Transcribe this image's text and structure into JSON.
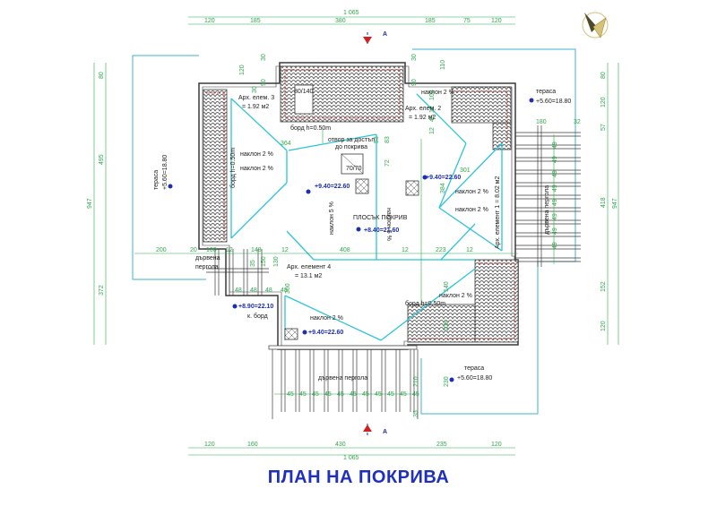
{
  "title": "ПЛАН НА ПОКРИВА",
  "compass": {
    "icon": "north-arrow-compass-icon"
  },
  "colors": {
    "terrace": "#3fb6c9",
    "wall": "#404040",
    "dimension": "#2ea84a",
    "hip_line": "#2ec4d8",
    "elevation": "#1c2fb0",
    "title": "#1f2fc0"
  },
  "section_marks": {
    "top": "A",
    "bottom": "A"
  },
  "dimensions": {
    "top_total": "1 065",
    "top_segments": [
      "120",
      "185",
      "380",
      "185",
      "75",
      "120"
    ],
    "bottom_total": "1 065",
    "bottom_segments": [
      "120",
      "160",
      "430",
      "235",
      "120"
    ],
    "left_total": "947",
    "left_segments": [
      "80",
      "495",
      "372"
    ],
    "right_total": "947",
    "right_segments": [
      "80",
      "120",
      "57",
      "418",
      "152",
      "120"
    ],
    "horizontal_mid": [
      "200",
      "20",
      "100",
      "12",
      "148",
      "12",
      "408",
      "12",
      "223",
      "12"
    ],
    "under_left": [
      "48",
      "48",
      "48",
      "48"
    ],
    "top_inner": [
      "30",
      "90",
      "30",
      "120",
      "30",
      "90",
      "110"
    ],
    "inner_vertical": [
      "364",
      "53",
      "83",
      "72",
      "301",
      "384",
      "12",
      "45",
      "12",
      "108",
      "140",
      "108",
      "360",
      "150",
      "35",
      "130",
      "210",
      "230",
      "35"
    ],
    "pergola_bottom": [
      "45",
      "45",
      "45",
      "45",
      "45",
      "45",
      "45",
      "45",
      "45",
      "45",
      "45"
    ],
    "pergola_right": [
      "49",
      "49",
      "49",
      "49",
      "49",
      "49",
      "49",
      "49"
    ],
    "right_inner": [
      "180",
      "32"
    ],
    "left_skylight": [
      "80/140"
    ],
    "hatch": [
      "70/70"
    ]
  },
  "labels": {
    "terrace_left": "тераса",
    "terrace_left_elev": "+5.60=18.80",
    "terrace_right": "тераса",
    "terrace_right_elev": "+5.60=18.80",
    "terrace_bottom": "тераса",
    "terrace_bottom_elev": "+5.60=18.80",
    "arch3_a": "Арх. елем. 3",
    "arch3_b": "= 1.92 м2",
    "arch2_a": "Арх. елем. 2",
    "arch2_b": "= 1.92 м2",
    "arch1": "Арх. елемент 1 = 8.02 м2",
    "arch4_a": "Арх. елемент 4",
    "arch4_b": "= 13.1 м2",
    "slope_1": "наклон 2 %",
    "slope_2": "наклон 2 %",
    "slope_3": "наклон 2 %",
    "slope_4": "наклон 2 %",
    "slope_5": "наклон 2 %",
    "slope_6": "наклон 2 %",
    "slope_7": "наклон 2 %",
    "slope_v1": "наклон 5 %",
    "slope_v2": "наклон 5 %",
    "flat_roof": "ПЛОСЪК ПОКРИВ",
    "flat_roof_elev": "+8.40=21.60",
    "elev_mid_left": "+9.40=22.60",
    "elev_mid_right": "+9.40=22.60",
    "elev_bottom": "+9.40=22.60",
    "elev_border_a": "+8.90=22.10",
    "elev_border_b": "к. борд",
    "border_top": "борд h=0.50m",
    "border_bottom": "борд h=0.50m",
    "border_left": "борд h=0.50m",
    "hatch_a": "отвор за достъп",
    "hatch_b": "до покрива",
    "pergola_left_a": "дървена",
    "pergola_left_b": "пергола",
    "pergola_bottom": "дървена пергола",
    "pergola_right": "дървена пергола"
  }
}
